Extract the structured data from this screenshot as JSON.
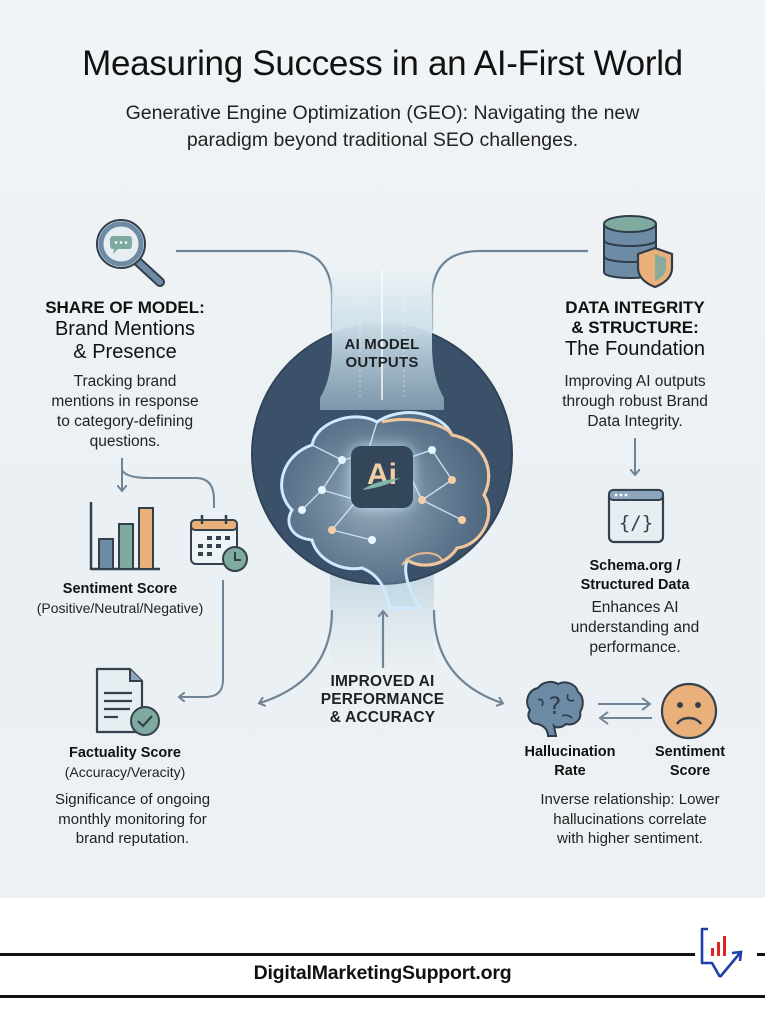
{
  "header": {
    "title": "Measuring Success in an AI-First World",
    "subtitle_line1": "Generative Engine Optimization (GEO): Navigating the new",
    "subtitle_line2": "paradigm beyond traditional SEO challenges."
  },
  "left_top": {
    "icon": "magnifier-chat-icon",
    "heading_upper": "SHARE OF MODEL:",
    "heading_line2": "Brand Mentions",
    "heading_line3": "& Presence",
    "desc_lines": [
      "Tracking brand",
      "mentions in response",
      "to category-defining",
      "questions."
    ]
  },
  "right_top": {
    "icon": "database-shield-icon",
    "heading_line1": "DATA INTEGRITY",
    "heading_line2": "& STRUCTURE:",
    "heading_line3": "The Foundation",
    "desc_lines": [
      "Improving AI outputs",
      "through robust Brand",
      "Data Integrity."
    ]
  },
  "center": {
    "top_label_line1": "AI MODEL",
    "top_label_line2": "OUTPUTS",
    "badge": "Ai",
    "bottom_label_line1": "IMPROVED AI",
    "bottom_label_line2": "PERFORMANCE",
    "bottom_label_line3": "& ACCURACY"
  },
  "sentiment": {
    "icon": "bar-chart-icon",
    "calendar_icon": "calendar-clock-icon",
    "title": "Sentiment Score",
    "subtitle": "(Positive/Neutral/Negative)"
  },
  "schema": {
    "icon": "code-window-icon",
    "title_line1": "Schema.org /",
    "title_line2": "Structured Data",
    "desc_lines": [
      "Enhances AI",
      "understanding and",
      "performance."
    ]
  },
  "factuality": {
    "icon": "document-check-icon",
    "title": "Factuality Score",
    "subtitle": "(Accuracy/Veracity)",
    "desc_lines": [
      "Significance of ongoing",
      "monthly monitoring for",
      "brand reputation."
    ]
  },
  "hallucination": {
    "icon": "brain-question-icon",
    "title_line1": "Hallucination",
    "title_line2": "Rate",
    "sentiment_icon": "sad-face-icon",
    "sentiment_line1": "Sentiment",
    "sentiment_line2": "Score",
    "desc_lines": [
      "Inverse relationship: Lower",
      "hallucinations correlate",
      "with higher sentiment."
    ]
  },
  "colors": {
    "slate_blue": "#6e8ba6",
    "line": "#6f8496",
    "teal": "#7eaaa0",
    "orange": "#eab07a",
    "dark_circle": "#3a5068",
    "logo_red": "#e02424",
    "logo_blue": "#1e3fa8"
  },
  "footer": {
    "site": "DigitalMarketingSupport.org",
    "logo_icon": "chart-chat-logo-icon"
  }
}
